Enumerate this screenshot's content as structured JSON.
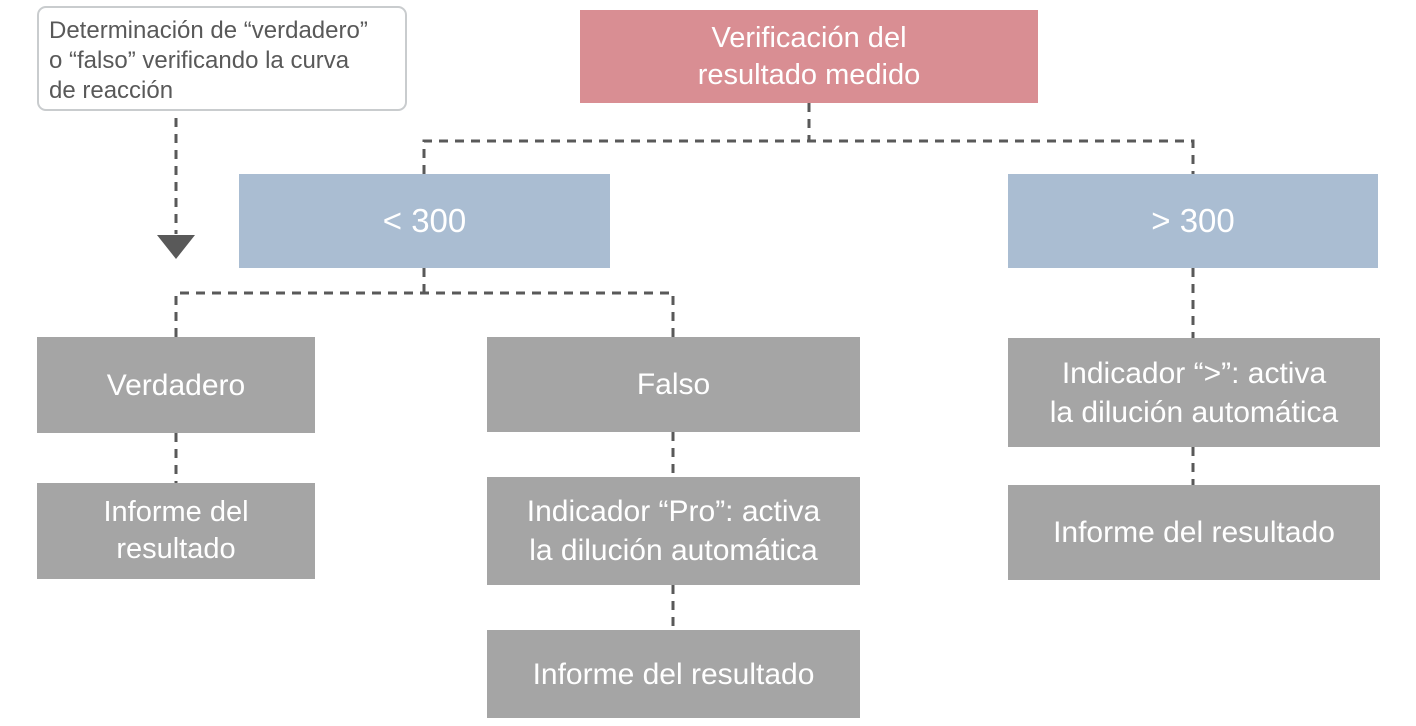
{
  "diagram": {
    "title_note": {
      "text": "Determinación de “verdadero”\no “falso” verificando la curva\nde reacción"
    },
    "root": {
      "label": "Verificación del\nresultado medido"
    },
    "branches": {
      "less_300": {
        "label": "< 300"
      },
      "greater_300": {
        "label": "> 300"
      }
    },
    "nodes": {
      "verdadero": {
        "label": "Verdadero"
      },
      "informe_izquierda": {
        "label": "Informe del\nresultado"
      },
      "falso": {
        "label": "Falso"
      },
      "indicador_pro": {
        "label": "Indicador “Pro”: activa\nla dilución automática"
      },
      "informe_centro": {
        "label": "Informe del resultado"
      },
      "indicador_mayor": {
        "label": "Indicador “>”: activa\nla dilución automática"
      },
      "informe_derecha": {
        "label": "Informe del resultado"
      }
    },
    "colors": {
      "root_bg": "#d98e93",
      "branch_bg": "#aabdd2",
      "node_bg": "#a5a5a5",
      "connector": "#595959",
      "note_border": "#c9ccce",
      "note_text": "#595959",
      "node_text": "#ffffff"
    }
  }
}
